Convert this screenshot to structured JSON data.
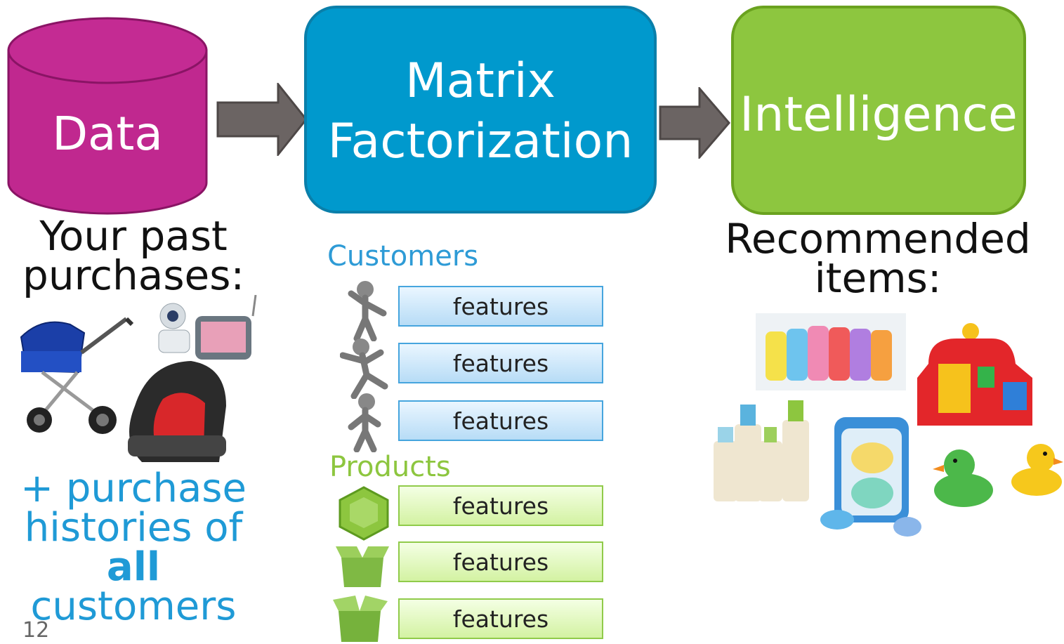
{
  "data_label": "Data",
  "matrix_factorization": {
    "line1": "Matrix",
    "line2": "Factorization"
  },
  "intelligence_label": "Intelligence",
  "past_purchases": {
    "line1": "Your past",
    "line2": "purchases:"
  },
  "purchase_histories": {
    "line1": "+ purchase",
    "line2": "histories of",
    "line3": "all",
    "line4": "customers"
  },
  "page_number": "12",
  "customers_heading": "Customers",
  "products_heading": "Products",
  "customer_features": [
    "features",
    "features",
    "features"
  ],
  "product_features": [
    "features",
    "features",
    "features"
  ],
  "recommended": {
    "line1": "Recommended",
    "line2": "items:"
  },
  "colors": {
    "data": "#c0288f",
    "matrix": "#0099cd",
    "intelligence": "#8dc63f",
    "arrow": "#6b6463",
    "customers_text": "#2e9bd6",
    "products_text": "#8dc63f"
  }
}
